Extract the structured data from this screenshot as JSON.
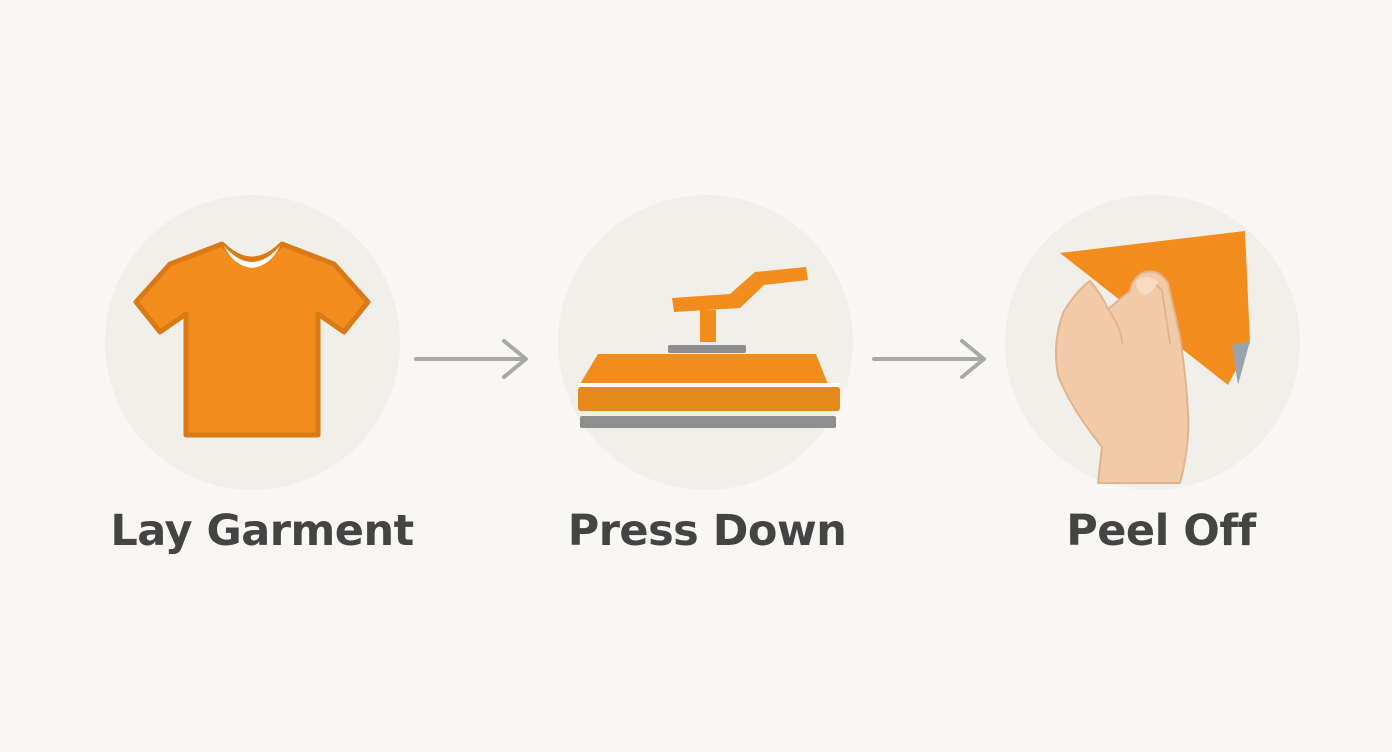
{
  "colors": {
    "background": "#f8f7f3",
    "circle": "#f1efea",
    "accent": "#f28c1c",
    "accent_dark": "#d97a16",
    "gray": "#8e8e8e",
    "skin": "#f1cba8",
    "text": "#444444"
  },
  "steps": [
    {
      "label": "Lay Garment",
      "icon": "t-shirt-icon"
    },
    {
      "label": "Press Down",
      "icon": "heat-press-icon"
    },
    {
      "label": "Peel Off",
      "icon": "peel-hand-icon"
    }
  ],
  "connectors": [
    "arrow-right-icon",
    "arrow-right-icon"
  ]
}
